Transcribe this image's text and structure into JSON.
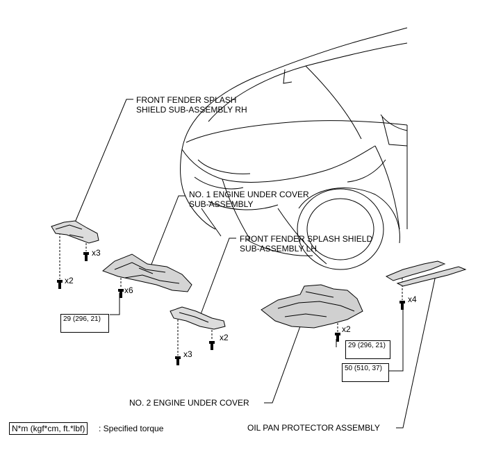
{
  "labels": {
    "front_fender_rh": [
      "FRONT FENDER SPLASH",
      "SHIELD SUB-ASSEMBLY RH"
    ],
    "no1_engine_cover": [
      "NO. 1 ENGINE UNDER COVER",
      "SUB-ASSEMBLY"
    ],
    "front_fender_lh": [
      "FRONT FENDER SPLASH SHIELD",
      "SUB-ASSEMBLY LH"
    ],
    "no2_engine_cover": "NO. 2 ENGINE UNDER COVER",
    "oil_pan_protector": "OIL PAN PROTECTOR ASSEMBLY"
  },
  "quantities": {
    "rh_upper": "x3",
    "rh_lower": "x2",
    "no1": "x6",
    "lh_right": "x2",
    "lh_lower": "x3",
    "no2": "x2",
    "oil_pan": "x4"
  },
  "torques": {
    "no1": "29 (296, 21)",
    "no2": "29 (296, 21)",
    "oil_pan": "50 (510, 37)"
  },
  "legend": {
    "box": "N*m (kgf*cm, ft.*lbf)",
    "text": ": Specified torque"
  }
}
